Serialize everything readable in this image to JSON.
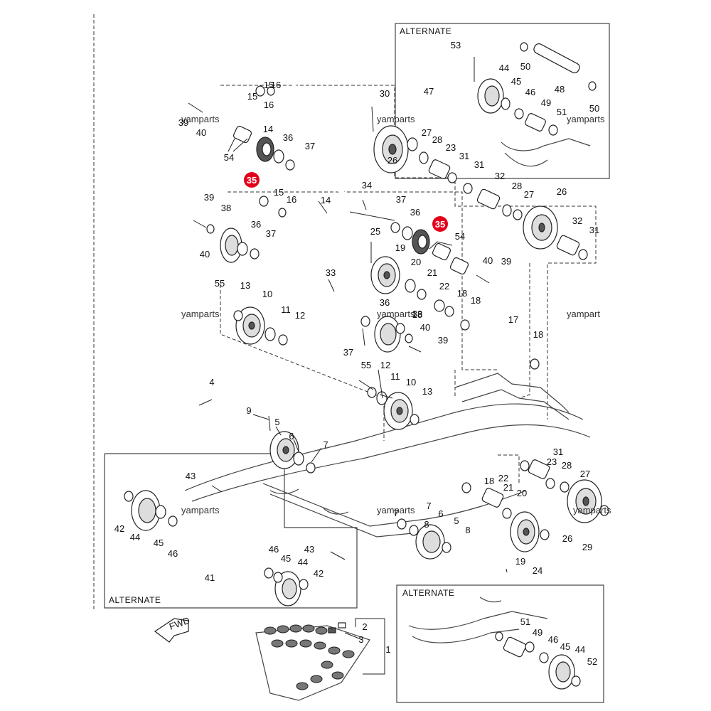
{
  "alternate_boxes": [
    {
      "title": "ALTERNATE"
    },
    {
      "title": "ALTERNATE"
    },
    {
      "title": "ALTERNATE"
    }
  ],
  "watermarks": [
    "yamparts",
    "yamparts",
    "yamparts",
    "yampart",
    "yamparts",
    "yamparts",
    "yamparts",
    "yamparts",
    "yamparts"
  ],
  "fwd_label": "FWD",
  "highlighted_label": "35",
  "highlight_color": "#e3001b",
  "part_labels": [
    "1",
    "2",
    "3",
    "4",
    "5",
    "5",
    "6",
    "6",
    "7",
    "7",
    "7",
    "8",
    "8",
    "9",
    "10",
    "10",
    "11",
    "11",
    "12",
    "12",
    "13",
    "13",
    "14",
    "14",
    "15",
    "15",
    "15",
    "16",
    "16",
    "16",
    "17",
    "18",
    "18",
    "18",
    "18",
    "18",
    "19",
    "19",
    "20",
    "20",
    "21",
    "21",
    "22",
    "22",
    "23",
    "23",
    "24",
    "25",
    "26",
    "26",
    "26",
    "27",
    "27",
    "27",
    "28",
    "28",
    "28",
    "29",
    "30",
    "31",
    "31",
    "31",
    "31",
    "32",
    "32",
    "33",
    "34",
    "36",
    "36",
    "36",
    "36",
    "37",
    "37",
    "37",
    "37",
    "38",
    "38",
    "39",
    "39",
    "39",
    "39",
    "40",
    "40",
    "40",
    "40",
    "41",
    "42",
    "42",
    "43",
    "43",
    "44",
    "44",
    "44",
    "44",
    "45",
    "45",
    "45",
    "45",
    "46",
    "46",
    "46",
    "46",
    "47",
    "48",
    "49",
    "49",
    "50",
    "50",
    "51",
    "51",
    "52",
    "53",
    "54",
    "54",
    "55",
    "55"
  ]
}
